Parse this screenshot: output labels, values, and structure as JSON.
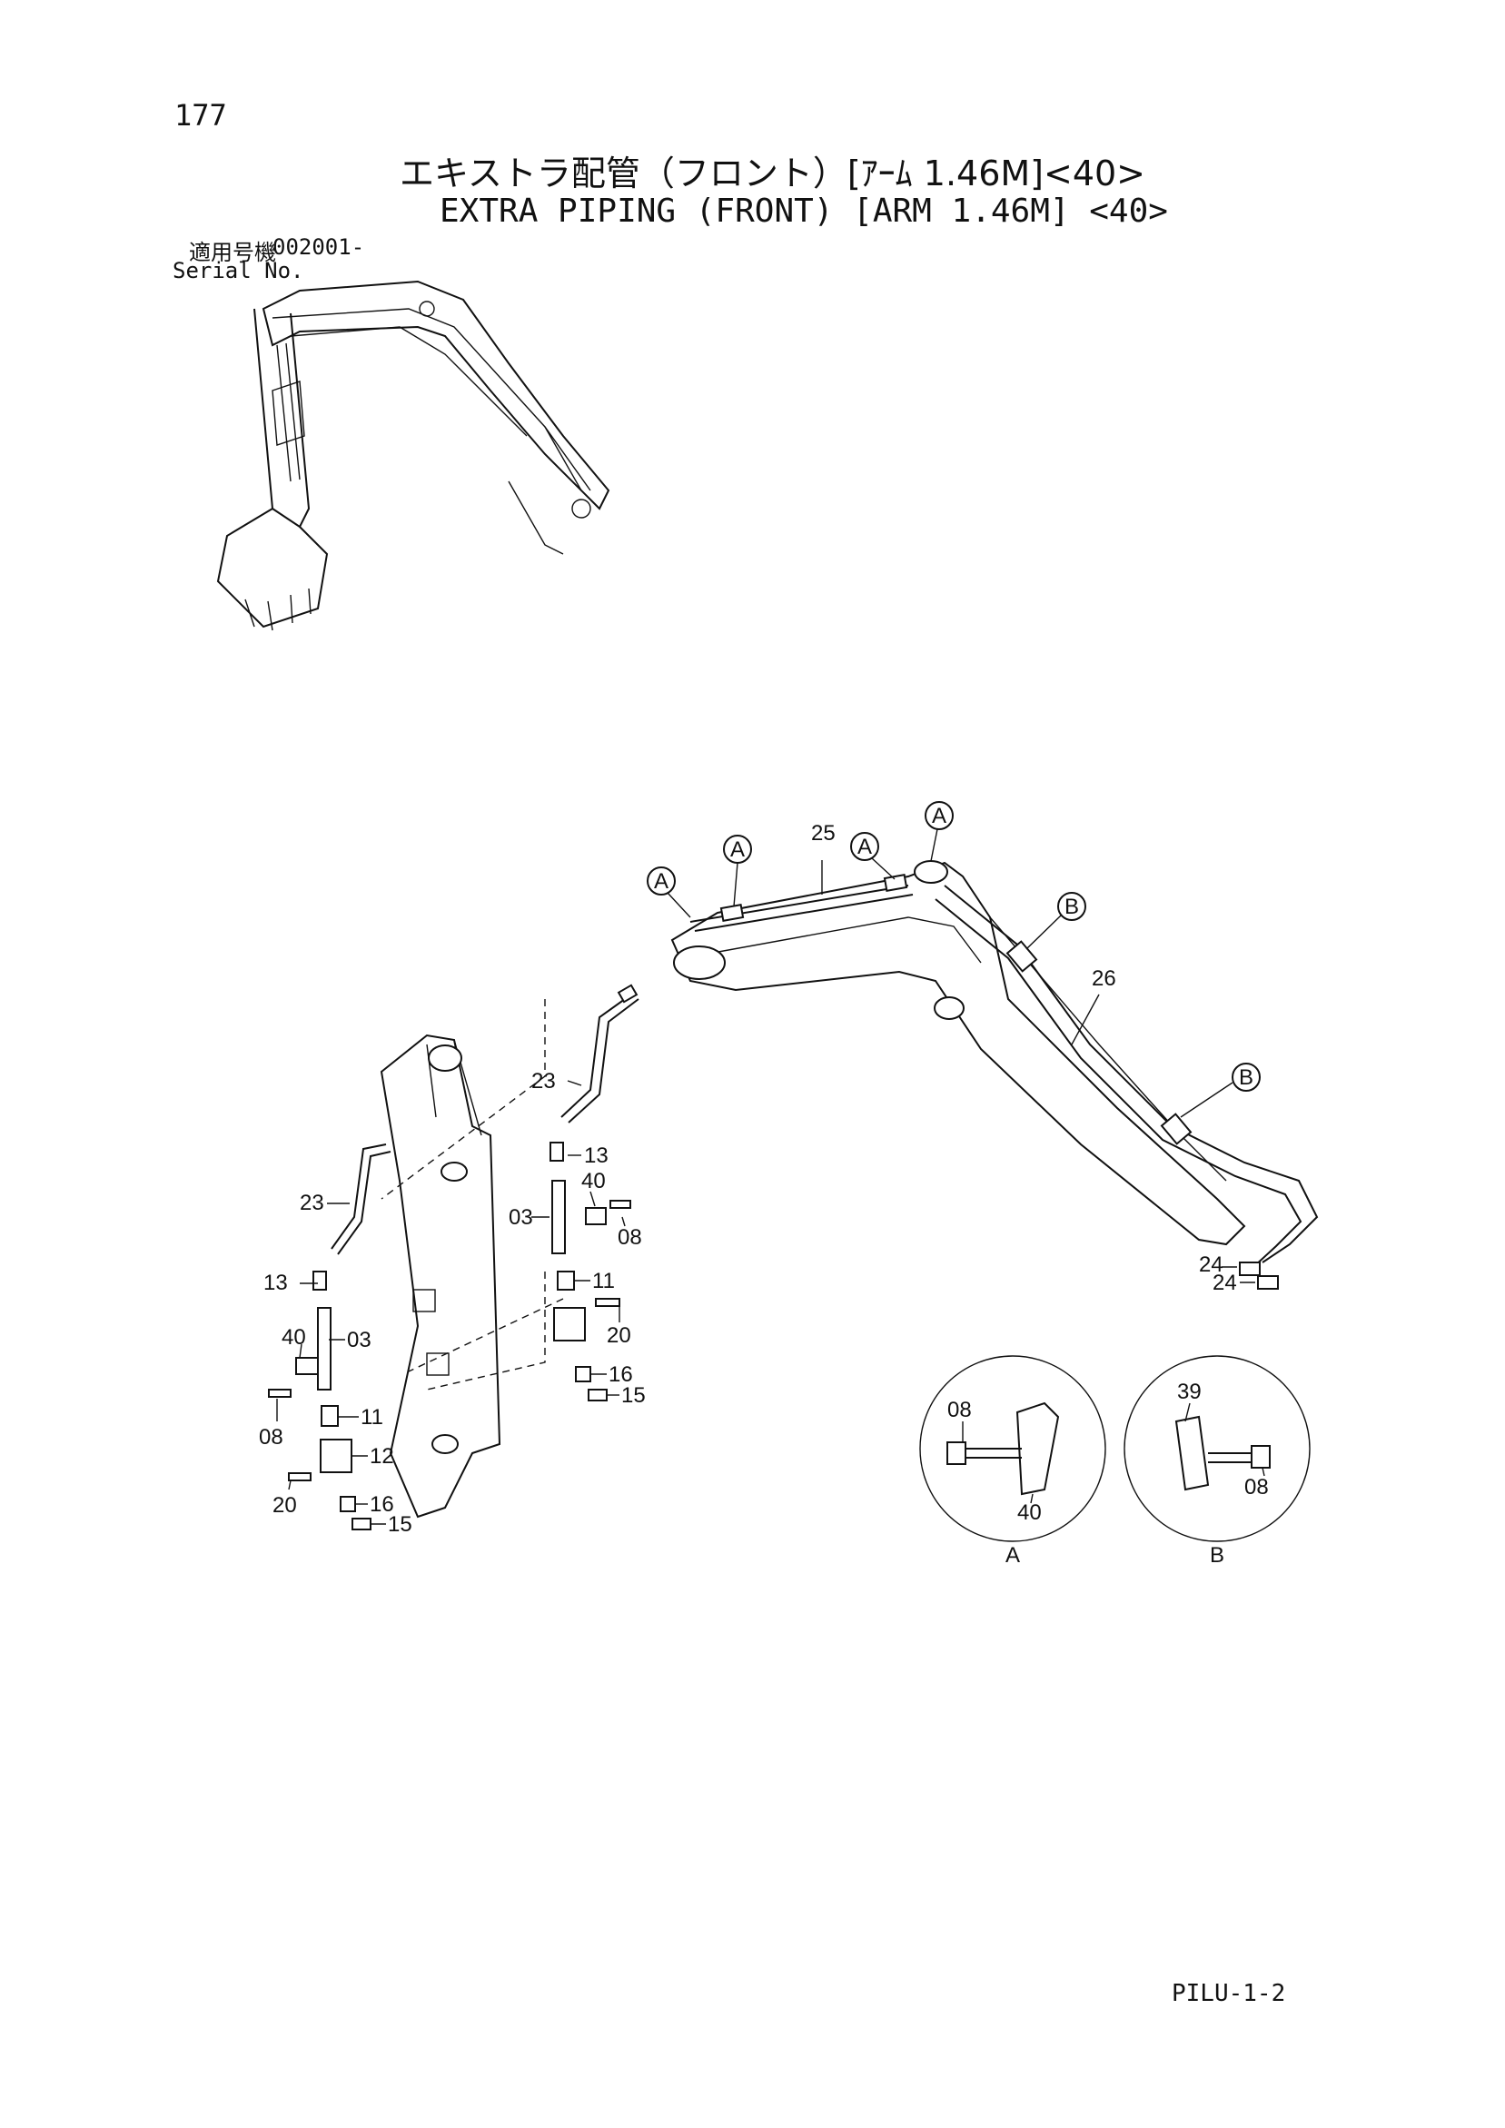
{
  "page": {
    "number": "177",
    "title_jp": "エキストラ配管（フロント）[ｱｰﾑ 1.46M]<40>",
    "title_en": "EXTRA PIPING (FRONT) [ARM 1.46M] <40>",
    "serial_label_jp": "適用号機",
    "serial_value": "002001-",
    "serial_label_en": "Serial No.",
    "code": "PILU-1-2"
  },
  "callouts": {
    "arm_pipe_upper": "25",
    "boom_pipe": "26",
    "hose_upper": "23",
    "hose_left": "23",
    "nipple_a": "13",
    "nipple_b": "13",
    "clamp_a": "40",
    "clamp_b": "40",
    "pipe_a": "03",
    "pipe_b": "03",
    "bolt_a": "08",
    "bolt_b": "08",
    "adapter_a": "11",
    "adapter_b": "11",
    "block": "12",
    "bolt_c": "20",
    "bolt_d": "20",
    "elbow_a": "16",
    "elbow_b": "16",
    "plug_a": "15",
    "plug_b": "15",
    "coupler_a": "24",
    "coupler_b": "24",
    "detail_a_bolt": "08",
    "detail_a_clamp": "40",
    "detail_b_clamp": "39",
    "detail_b_bolt": "08"
  },
  "markers": [
    "A",
    "A",
    "A",
    "A",
    "B",
    "B"
  ],
  "details": {
    "a_caption": "A",
    "b_caption": "B"
  }
}
